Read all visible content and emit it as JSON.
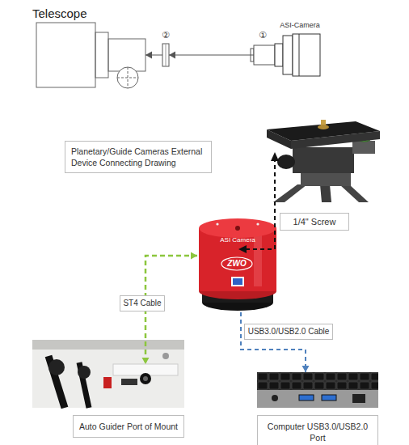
{
  "diagram": {
    "nodes": [
      {
        "text": [
          "Telescope"
        ]
      },
      {
        "text": [
          "②"
        ]
      },
      {
        "text": [
          "①"
        ]
      },
      {
        "text": [
          "ASI-Camera"
        ]
      },
      {
        "text": [
          "Planetary/Guide Cameras External Device Connecting Drawing"
        ]
      },
      {
        "text": [
          "1/4\" Screw"
        ]
      },
      {
        "text": [
          "ASI Camera",
          "ZWO"
        ]
      },
      {
        "text": [
          "ST4 Cable"
        ]
      },
      {
        "text": [
          "USB3.0/USB2.0 Cable"
        ]
      },
      {
        "text": [
          "Auto Guider Port of Mount"
        ]
      },
      {
        "text": [
          "Computer USB3.0/USB2.0 Port"
        ]
      }
    ],
    "edges": [
      {
        "from": 2,
        "to": 1,
        "arrow": "to"
      },
      {
        "from": 1,
        "to": 0,
        "arrow": "to"
      },
      {
        "from": 6,
        "to": 9,
        "arrow": "both"
      },
      {
        "from": 6,
        "to": 10,
        "arrow": "to"
      }
    ]
  }
}
